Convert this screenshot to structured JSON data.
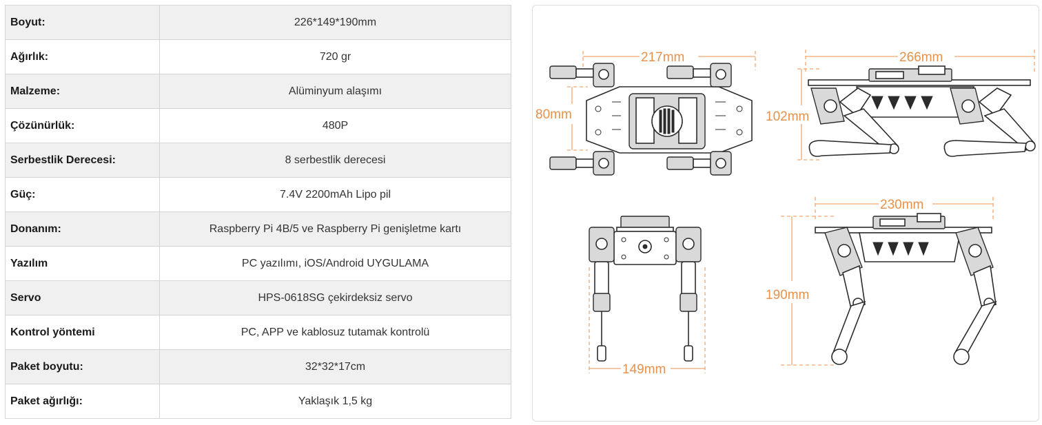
{
  "specs": [
    {
      "label": "Boyut:",
      "value": "226*149*190mm"
    },
    {
      "label": "Ağırlık:",
      "value": "720 gr"
    },
    {
      "label": "Malzeme:",
      "value": "Alüminyum alaşımı"
    },
    {
      "label": "Çözünürlük:",
      "value": "480P"
    },
    {
      "label": "Serbestlik Derecesi:",
      "value": "8 serbestlik derecesi"
    },
    {
      "label": "Güç:",
      "value": "7.4V 2200mAh Lipo pil"
    },
    {
      "label": "Donanım:",
      "value": "Raspberry Pi 4B/5 ve Raspberry Pi genişletme kartı"
    },
    {
      "label": "Yazılım",
      "value": "PC yazılımı, iOS/Android UYGULAMA"
    },
    {
      "label": "Servo",
      "value": "HPS-0618SG çekirdeksiz servo"
    },
    {
      "label": "Kontrol yöntemi",
      "value": "PC, APP ve kablosuz tutamak kontrolü"
    },
    {
      "label": "Paket boyutu:",
      "value": "32*32*17cm"
    },
    {
      "label": "Paket ağırlığı:",
      "value": "Yaklaşık 1,5 kg"
    }
  ],
  "dimensions": {
    "top_width": "217mm",
    "top_height": "80mm",
    "side_length": "266mm",
    "side_height": "102mm",
    "standing_length": "230mm",
    "standing_height": "190mm",
    "front_width": "149mm"
  }
}
